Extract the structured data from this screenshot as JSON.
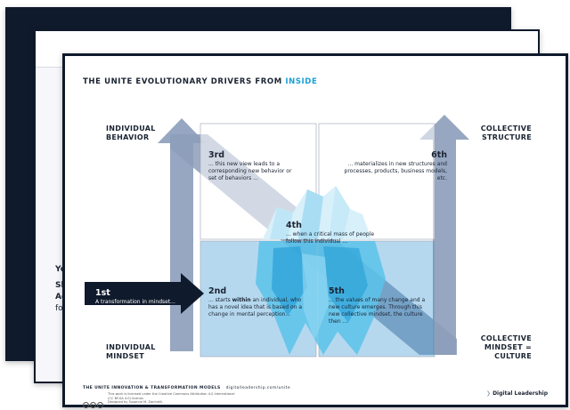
{
  "slide": {
    "title_prefix": "THE UNITE EVOLUTIONARY DRIVERS FROM ",
    "title_accent": "INSIDE"
  },
  "labels": {
    "individual_behavior": [
      "INDIVIDUAL",
      "BEHAVIOR"
    ],
    "collective_structure": [
      "COLLECTIVE",
      "STRUCTURE"
    ],
    "individual_mindset": [
      "INDIVIDUAL",
      "MINDSET"
    ],
    "collective_mindset": [
      "COLLECTIVE",
      "MINDSET =",
      "CULTURE"
    ]
  },
  "steps": {
    "s1": {
      "num": "1st",
      "text": "A transformation in mindset..."
    },
    "s2": {
      "num": "2nd",
      "pre": "... starts ",
      "bold": "within",
      "post": " an individual, who has a novel idea that is based on a change in mental perception..."
    },
    "s3": {
      "num": "3rd",
      "text": "... this new view leads to a corresponding new behavior or set of behaviors ..."
    },
    "s4": {
      "num": "4th",
      "text": "... when a critical mass of people follow this individual ..."
    },
    "s5": {
      "num": "5th",
      "text": "... the values of many change and a new culture emerges. Through this new collective mindset, the culture then ..."
    },
    "s6": {
      "num": "6th",
      "text": "... materializes in new structures and processes, products, business models, etc."
    }
  },
  "footer": {
    "title": "THE UNITE INNOVATION & TRANSFORMATION MODELS",
    "url": "digitalleadership.com/unite",
    "license_1": "This work is licensed under the Creative Commons Attribution 4.0 International (CC BY-SA 4.0) license.",
    "license_2": "Designed by Susanne M. Zaninelli.",
    "cc_icons": [
      "cc",
      "by",
      "sa"
    ],
    "brand": "Digital Leadership",
    "brand_mark": "❯"
  },
  "mid_card": {
    "line1": "Yo",
    "line2": "Sh",
    "line3": "Ac",
    "line4": "for"
  },
  "colors": {
    "navy": "#0f1a2c",
    "arrow_blue": "#8c9dba",
    "accent": "#1aa0d8",
    "ice_light": "#bfe6f6",
    "ice_mid": "#5cc3ea",
    "ice_dark": "#1d9ad6"
  }
}
